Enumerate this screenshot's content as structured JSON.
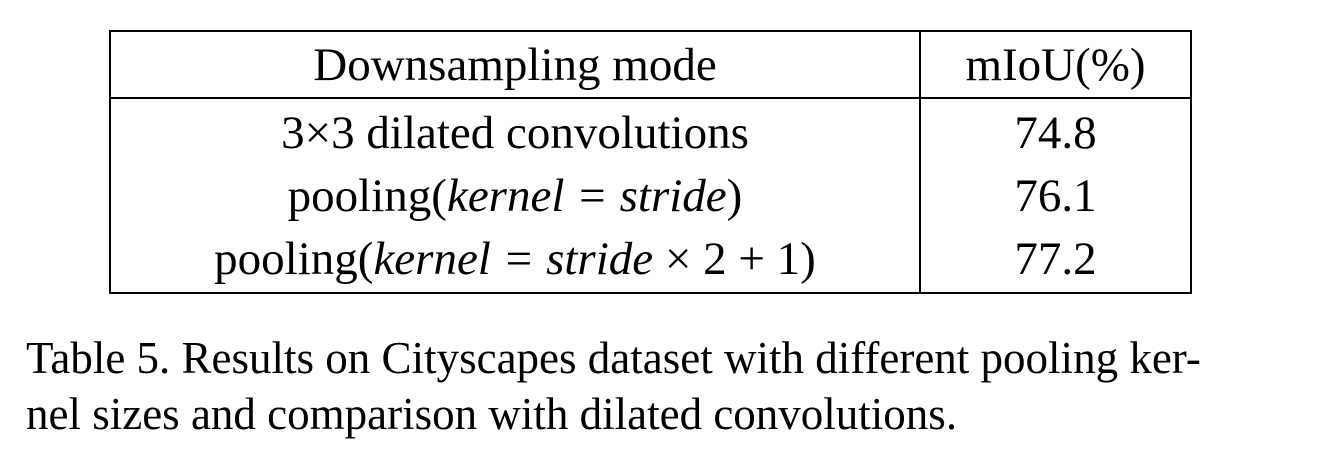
{
  "table": {
    "headers": {
      "mode": "Downsampling mode",
      "metric": "mIoU(%)"
    },
    "rows": [
      {
        "mode": {
          "prefix": "3×3 dilated convolutions",
          "math": "",
          "suffix": ""
        },
        "value": "74.8"
      },
      {
        "mode": {
          "prefix": "pooling(",
          "math": "kernel = stride",
          "suffix": ")"
        },
        "value": "76.1"
      },
      {
        "mode": {
          "prefix": "pooling(",
          "math": "kernel = stride",
          "suffix": " × 2 + 1)"
        },
        "value": "77.2"
      }
    ]
  },
  "caption": {
    "line1": "Table 5. Results on Cityscapes dataset with different pooling ker-",
    "line2": "nel sizes and comparison with dilated convolutions."
  }
}
